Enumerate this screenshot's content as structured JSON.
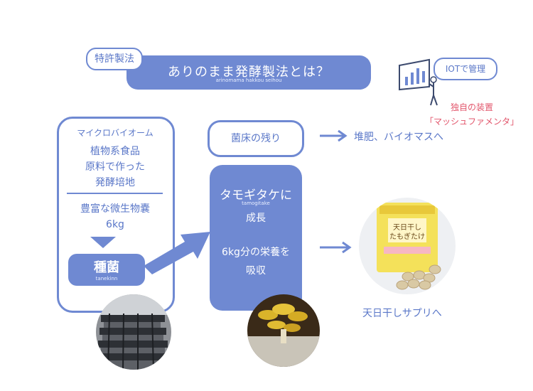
{
  "colors": {
    "accent": "#6f89d2",
    "text": "#5a77c8",
    "highlight": "#e2556b"
  },
  "tag": "特許製法",
  "title": {
    "main": "ありのまま発酵製法とは？",
    "romaji": "arinomama hakkou seihou"
  },
  "iot": {
    "bubble": "IOTで管理",
    "device_line1": "独自の装置",
    "device_line2": "「マッシュファメンタ」"
  },
  "left": {
    "microbiome": "マイクロバイオーム",
    "plant_line1": "植物系食品",
    "plant_line2": "原料で作った",
    "plant_line3": "発酵培地",
    "micro_line1": "豊富な微生物嚢",
    "micro_line2": "6kg",
    "tanekin": "種菌",
    "tanekin_romaji": "tanekinn"
  },
  "bed": {
    "label": "菌床の残り",
    "destination": "堆肥、バイオマスへ"
  },
  "center": {
    "line1": "タモギタケに",
    "romaji": "tamogitake",
    "line2": "成長",
    "line3": "6kg分の栄養を",
    "line4": "吸収"
  },
  "supplement": {
    "label": "天日干しサプリへ",
    "package_line1": "天日干し",
    "package_line2": "たもぎたけ"
  }
}
